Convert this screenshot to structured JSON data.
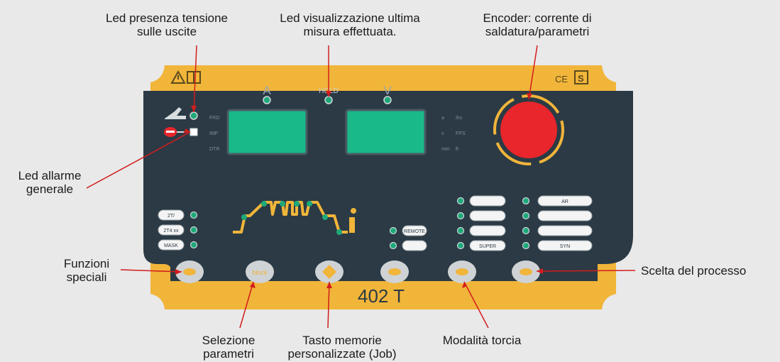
{
  "panel": {
    "model": "402 T",
    "display_labels": {
      "ampere": "A",
      "hold": "HOLD",
      "volt": "V"
    },
    "certification_marks": {
      "ce": "CE",
      "s": "S"
    },
    "left_side_indicators": [
      "FRD",
      "IMP",
      "DTR"
    ],
    "right_side_indicators": [
      [
        "a",
        "Iks"
      ],
      [
        "s",
        "FPS"
      ],
      [
        "mm",
        "ft"
      ]
    ],
    "special_function_tags": [
      "2T/",
      "2T4 xx",
      "MASK"
    ],
    "parameter_button_tag": "block",
    "remote_tags": [
      "REMOTE",
      ""
    ],
    "torch_mode_tags": [
      "",
      "",
      "",
      "SUPER"
    ],
    "process_tags": [
      "AR",
      "",
      "",
      "SYN"
    ],
    "colors": {
      "background": "#e9e9e9",
      "panel_frame": "#f1b53a",
      "panel_face": "#2b3a45",
      "display": "#19b98a",
      "led": "#1fa97a",
      "encoder": "#e8262b",
      "encoder_ring": "#f1b53a",
      "callout_line": "#d21d1d"
    }
  },
  "callouts": {
    "led_tensione": [
      "Led presenza tensione",
      "sulle uscite"
    ],
    "led_misura": [
      "Led visualizzazione ultima",
      "misura effettuata."
    ],
    "encoder": [
      "Encoder: corrente di",
      "saldatura/parametri"
    ],
    "led_allarme": [
      "Led allarme",
      "generale"
    ],
    "funzioni_speciali": [
      "Funzioni",
      "speciali"
    ],
    "scelta_processo": [
      "Scelta del processo"
    ],
    "selezione_parametri": [
      "Selezione",
      "parametri"
    ],
    "tasto_memorie": [
      "Tasto memorie",
      "personalizzate (Job)"
    ],
    "modalita_torcia": [
      "Modalità torcia"
    ]
  },
  "icons": [
    "warning-icon",
    "manual-book-icon",
    "torch-icon",
    "alarm-icon"
  ]
}
